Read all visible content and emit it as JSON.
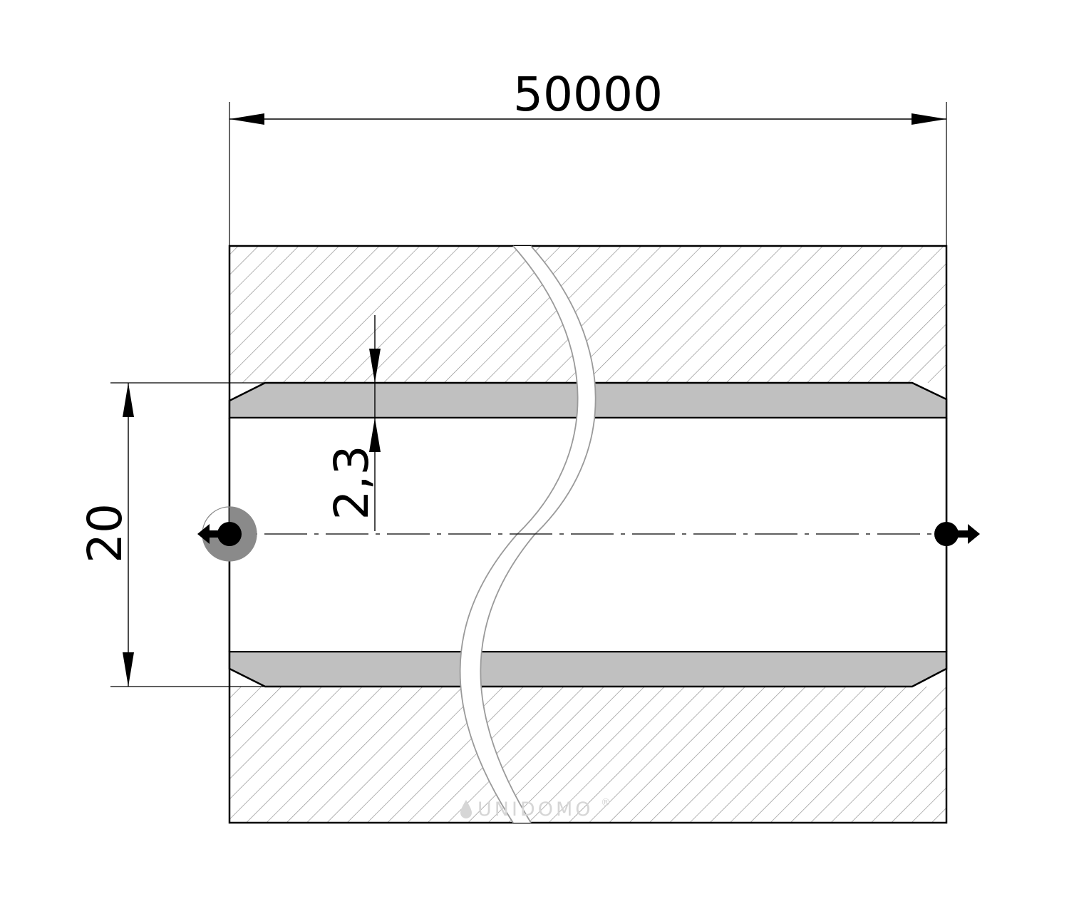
{
  "dimensions": {
    "length": "50000",
    "outer_diameter": "20",
    "wall_thickness": "2,3"
  },
  "watermark": {
    "text": "UNIDOMO",
    "mark": "®"
  },
  "colors": {
    "line": "#000000",
    "hatch": "#8c8c8c",
    "tube_wall": "#c0c0c0",
    "break_line": "#9a9a9a",
    "origin_marker": "#8a8a8a",
    "watermark": "#d6d6d6"
  },
  "icons": {
    "left_end_marker": "origin-point-arrow-left",
    "right_end_marker": "point-arrow-right"
  }
}
